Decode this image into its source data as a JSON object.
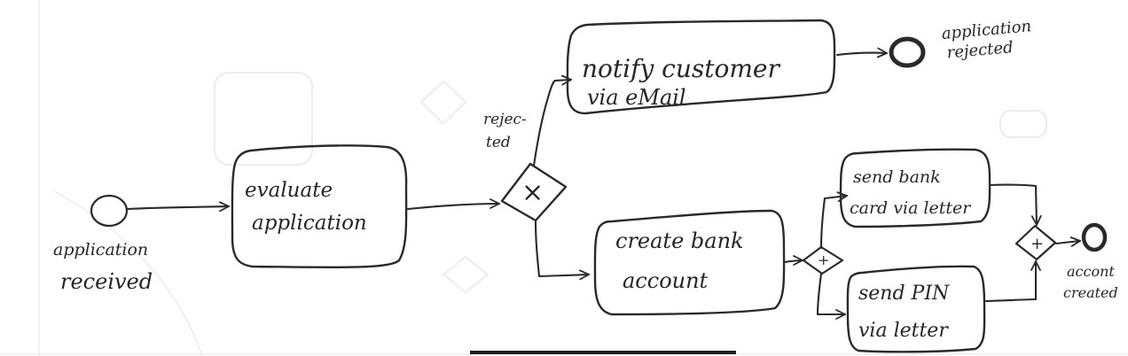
{
  "diagram": {
    "start_event": {
      "label_lines": [
        "application",
        "received"
      ]
    },
    "tasks": [
      {
        "id": "evaluate",
        "lines": [
          "evaluate",
          "application"
        ]
      },
      {
        "id": "notify",
        "lines": [
          "notify customer",
          "via     eMail"
        ]
      },
      {
        "id": "create",
        "lines": [
          "create bank",
          "account"
        ]
      },
      {
        "id": "send-card",
        "lines": [
          "send bank",
          "card via letter"
        ]
      },
      {
        "id": "send-pin",
        "lines": [
          "send PIN",
          "via letter"
        ]
      }
    ],
    "gateways": [
      {
        "id": "xor",
        "symbol": "×"
      },
      {
        "id": "split",
        "symbol": "+"
      },
      {
        "id": "join",
        "symbol": "+"
      }
    ],
    "flow_labels": {
      "rejected_lines": [
        "rejec-",
        "ted"
      ]
    },
    "end_events": [
      {
        "id": "rejected",
        "label_lines": [
          "application",
          "rejected"
        ]
      },
      {
        "id": "created",
        "label_lines": [
          "accont",
          "created"
        ]
      }
    ]
  }
}
